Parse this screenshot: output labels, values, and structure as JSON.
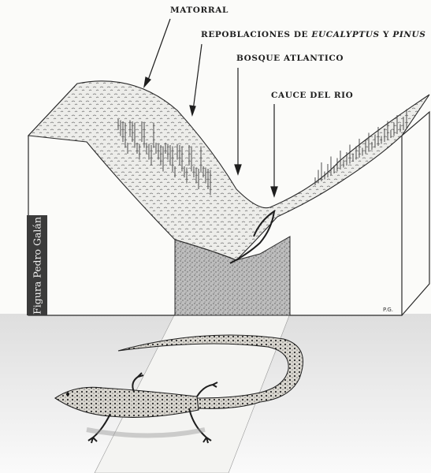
{
  "labels": {
    "matorral": "MATORRAL",
    "repoblaciones_prefix": "REPOBLACIONES DE ",
    "eucalyptus": "EUCALYPTUS",
    "conjunction": " Y ",
    "pinus": "PINUS",
    "bosque": "BOSQUE ATLANTICO",
    "cauce": "CAUCE DEL RIO"
  },
  "credit": "Figura Pedro Galán",
  "signature": "P.G."
}
